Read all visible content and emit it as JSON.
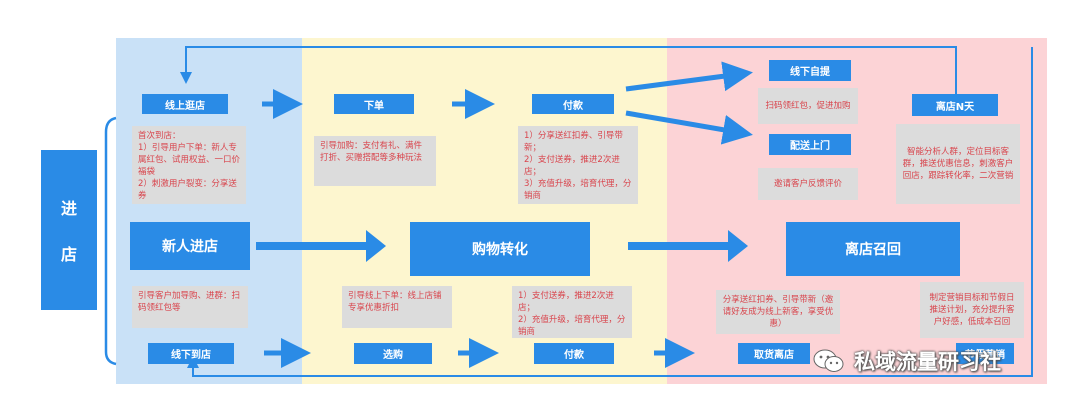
{
  "side_label": [
    "进",
    "店"
  ],
  "top_row": {
    "online": "线上逛店",
    "order": "下单",
    "pay": "付款",
    "pickup": "线下自提",
    "delivery": "配送上门",
    "away": "离店N天"
  },
  "notes_top": {
    "online": "首次到店：\n1）引导用户下单：新人专属红包、试用权益、一口价福袋\n2）刺激用户裂变：分享送券",
    "order": "引导加购：支付有礼、满件打折、买赠搭配等多种玩法",
    "pay": "1）分享送红扣券、引导带新；\n2）支付送券，推进2次进店；\n3）充值升级，培育代理，分销商",
    "pickup": "扫码领红包，促进加购",
    "delivery": "邀请客户反馈评价",
    "away": "智能分析人群，定位目标客群，推送优惠信息，刺激客户回店，跟踪转化率，二次营销"
  },
  "stages": {
    "new": "新人进店",
    "convert": "购物转化",
    "recall": "离店召回"
  },
  "notes_bottom": {
    "offline": "引导客户加导购、进群：扫码领红包等",
    "select": "引导线上下单：线上店铺专享优惠折扣",
    "pay": "1）支付送券，推进2次进店；\n2）充值升级，培育代理，分销商",
    "pickup": "分享送红扣券、引导带新（邀请好友成为线上新客，享受优惠）",
    "plan": "制定营销目标和节假日推送计划，充分提升客户好感，低成本召回"
  },
  "bottom_row": {
    "offline": "线下到店",
    "select": "选购",
    "pay": "付款",
    "pickup": "取货离店",
    "last": "节假营销"
  },
  "watermark": "私域流量研习社",
  "colors": {
    "accent": "#2a8be6",
    "note_text": "#d9454d",
    "blue_zone": "#c9e1f7",
    "yellow_zone": "#fdf6cf",
    "pink_zone": "#fcd3d6"
  }
}
